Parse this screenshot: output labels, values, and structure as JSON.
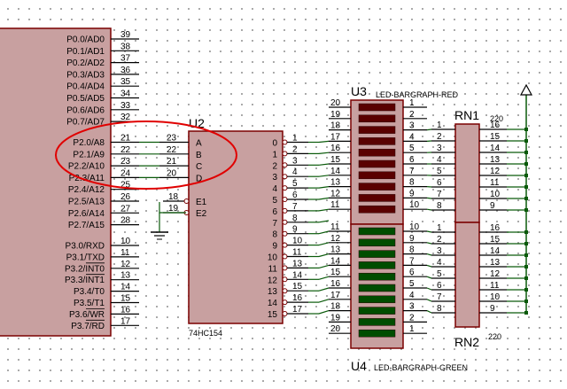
{
  "colors": {
    "body": "#c8a0a0",
    "outline": "#7a0000",
    "wire": "#0a5a0a",
    "red_led": "#5a0000",
    "green_led": "#004d00",
    "highlight": "#e00000"
  },
  "mcu": {
    "pins": [
      {
        "label": "P0.0/AD0",
        "num": "39"
      },
      {
        "label": "P0.1/AD1",
        "num": "38"
      },
      {
        "label": "P0.2/AD2",
        "num": "37"
      },
      {
        "label": "P0.3/AD3",
        "num": "36"
      },
      {
        "label": "P0.4/AD4",
        "num": "35"
      },
      {
        "label": "P0.5/AD5",
        "num": "34"
      },
      {
        "label": "P0.6/AD6",
        "num": "33"
      },
      {
        "label": "P0.7/AD7",
        "num": "32"
      },
      {
        "label": "P2.0/A8",
        "num": "21"
      },
      {
        "label": "P2.1/A9",
        "num": "22"
      },
      {
        "label": "P2.2/A10",
        "num": "23"
      },
      {
        "label": "P2.3/A11",
        "num": "24"
      },
      {
        "label": "P2.4/A12",
        "num": "25"
      },
      {
        "label": "P2.5/A13",
        "num": "26"
      },
      {
        "label": "P2.6/A14",
        "num": "27"
      },
      {
        "label": "P2.7/A15",
        "num": "28"
      },
      {
        "label": "P3.0/RXD",
        "num": "10"
      },
      {
        "label": "P3.1/TXD",
        "num": "11"
      },
      {
        "label": "P3.2/INT0",
        "num": "12",
        "overline": true
      },
      {
        "label": "P3.3/INT1",
        "num": "13",
        "overline": true
      },
      {
        "label": "P3.4/T0",
        "num": "14"
      },
      {
        "label": "P3.5/T1",
        "num": "15"
      },
      {
        "label": "P3.6/WR",
        "num": "16",
        "overline": true
      },
      {
        "label": "P3.7/RD",
        "num": "17",
        "overline": true
      }
    ]
  },
  "decoder": {
    "ref": "U2",
    "part": "74HC154",
    "inputs": [
      {
        "label": "A",
        "num": "23"
      },
      {
        "label": "B",
        "num": "22"
      },
      {
        "label": "C",
        "num": "21"
      },
      {
        "label": "D",
        "num": "20"
      }
    ],
    "enables": [
      {
        "label": "E1",
        "num": "18"
      },
      {
        "label": "E2",
        "num": "19"
      }
    ],
    "outputs": [
      {
        "label": "0",
        "num": "1"
      },
      {
        "label": "1",
        "num": "2"
      },
      {
        "label": "2",
        "num": "3"
      },
      {
        "label": "3",
        "num": "4"
      },
      {
        "label": "4",
        "num": "5"
      },
      {
        "label": "5",
        "num": "6"
      },
      {
        "label": "6",
        "num": "7"
      },
      {
        "label": "7",
        "num": "8"
      },
      {
        "label": "8",
        "num": "9"
      },
      {
        "label": "9",
        "num": "10"
      },
      {
        "label": "10",
        "num": "11"
      },
      {
        "label": "11",
        "num": "13"
      },
      {
        "label": "12",
        "num": "14"
      },
      {
        "label": "13",
        "num": "15"
      },
      {
        "label": "14",
        "num": "16"
      },
      {
        "label": "15",
        "num": "17"
      }
    ]
  },
  "u3": {
    "ref": "U3",
    "part": "LED-BARGRAPH-RED",
    "left": [
      "20",
      "19",
      "18",
      "17",
      "16",
      "15",
      "14",
      "13",
      "12",
      "11"
    ],
    "right": [
      "1",
      "2",
      "3",
      "4",
      "5",
      "6",
      "7",
      "8",
      "9",
      "10"
    ]
  },
  "u4": {
    "ref": "U4",
    "part": "LED-BARGRAPH-GREEN",
    "left": [
      "11",
      "12",
      "13",
      "14",
      "15",
      "16",
      "17",
      "18",
      "19",
      "20"
    ],
    "right": [
      "10",
      "9",
      "8",
      "7",
      "6",
      "5",
      "4",
      "3",
      "2",
      "1"
    ]
  },
  "rn1": {
    "ref": "RN1",
    "value": "220",
    "left": [
      "1",
      "2",
      "3",
      "4",
      "5",
      "6",
      "7",
      "8"
    ],
    "right": [
      "16",
      "15",
      "14",
      "13",
      "12",
      "11",
      "10",
      "9"
    ]
  },
  "rn2": {
    "ref": "RN2",
    "value": "220",
    "left": [
      "1",
      "2",
      "3",
      "4",
      "5",
      "6",
      "7",
      "8"
    ],
    "right": [
      "16",
      "15",
      "14",
      "13",
      "12",
      "11",
      "10",
      "9"
    ]
  }
}
